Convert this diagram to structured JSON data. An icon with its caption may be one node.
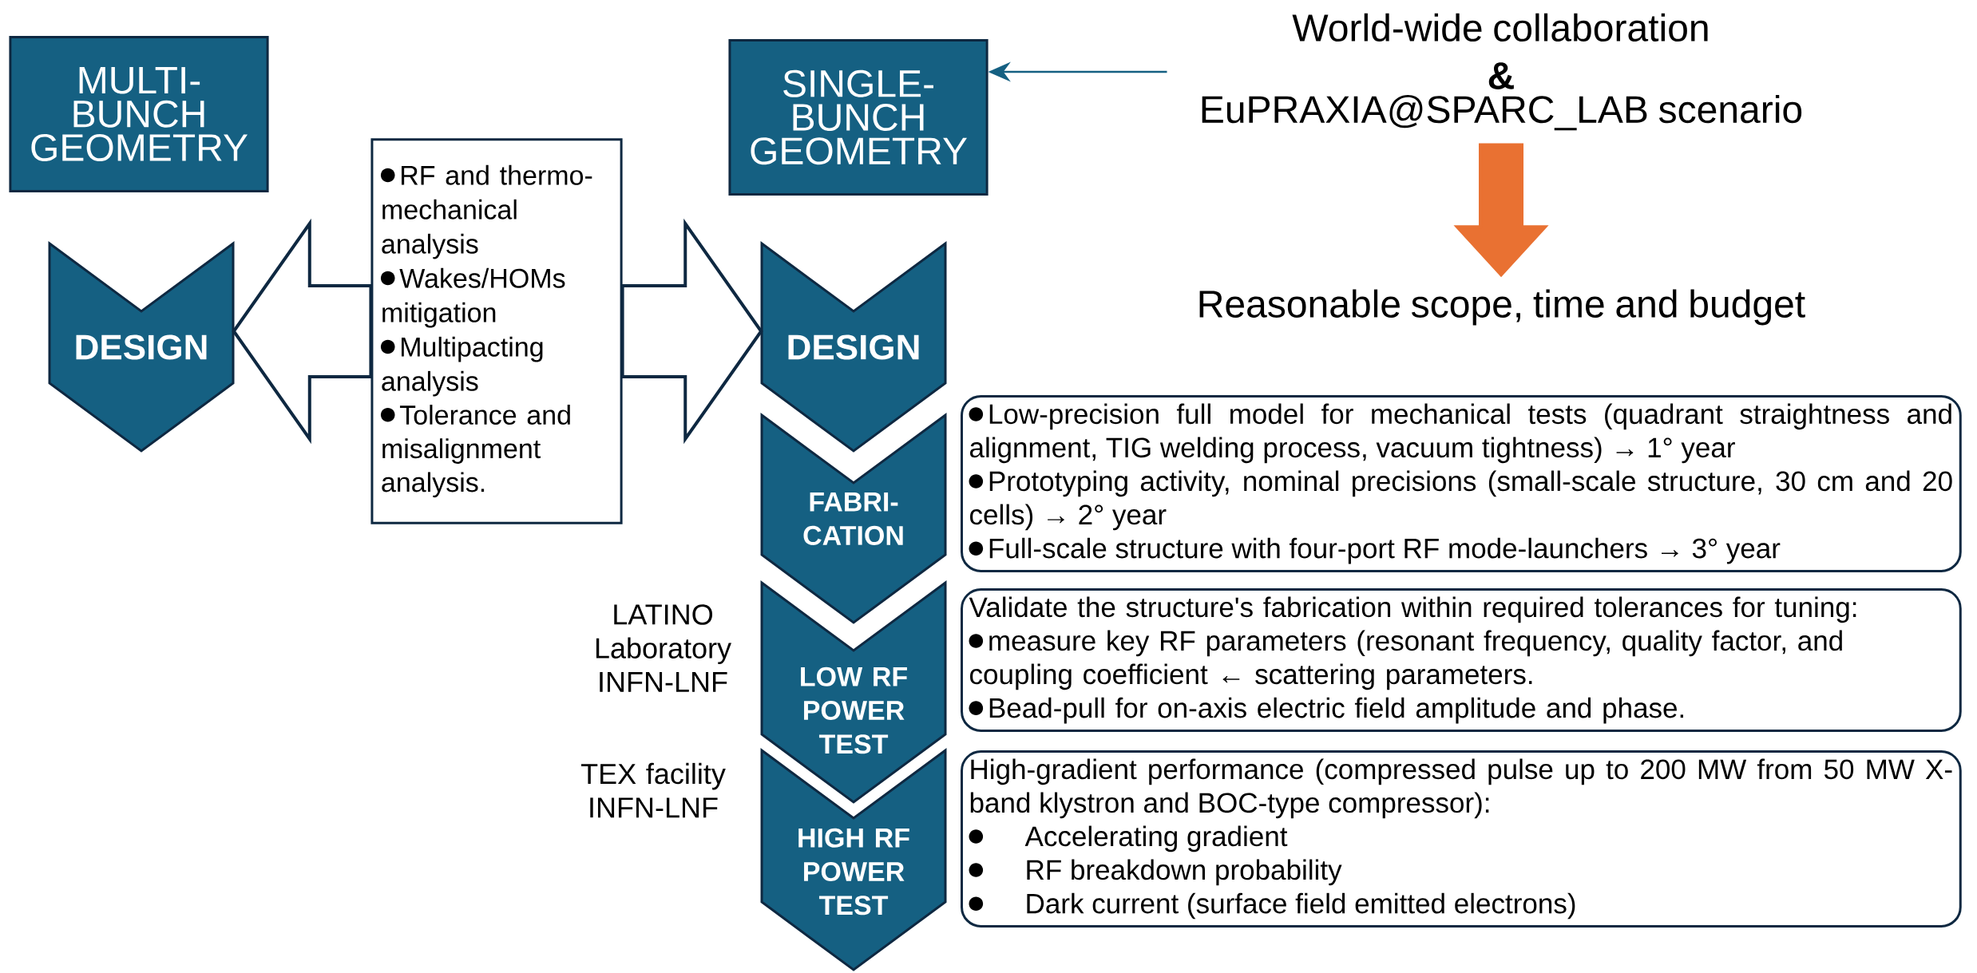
{
  "diagram": {
    "nodes": [
      {
        "text": [
          "MULTI-BUNCH GEOMETRY"
        ]
      },
      {
        "text": [
          "DESIGN"
        ]
      },
      {
        "text": [
          "RF and thermo-mechanical analysis",
          "Wakes/HOMs mitigation",
          "Multipacting analysis",
          "Tolerance and misalignment analysis."
        ]
      },
      {
        "text": [
          "SINGLE-BUNCH GEOMETRY"
        ]
      },
      {
        "text": [
          "DESIGN"
        ]
      },
      {
        "text": [
          "FABRI-CATION"
        ]
      },
      {
        "text": [
          "LOW RF POWER TEST"
        ],
        "beside": [
          "LATINO Laboratory INFN-LNF"
        ]
      },
      {
        "text": [
          "HIGH RF POWER TEST"
        ],
        "beside": [
          "TEX facility INFN-LNF"
        ]
      },
      {
        "text": [
          "Low-precision full model for mechanical tests (quadrant straightness and alignment, TIG welding process, vacuum tightness) → 1° year",
          "Prototyping activity, nominal precisions (small-scale structure, 30 cm and 20 cells) → 2° year",
          "Full-scale structure with four-port RF mode-launchers → 3° year"
        ]
      },
      {
        "text": [
          "Validate the structure's fabrication within required tolerances for tuning:",
          "measure key RF parameters (resonant frequency, quality factor, and coupling coefficient ← scattering parameters.",
          "Bead-pull for on-axis electric field amplitude and phase."
        ]
      },
      {
        "text": [
          "High-gradient performance (compressed pulse up to 200 MW from 50 MW X-band klystron and BOC-type compressor):",
          "Accelerating gradient",
          "RF breakdown probability",
          "Dark current (surface field emitted electrons)"
        ]
      },
      {
        "text": [
          "World-wide collaboration",
          "&",
          "EuPRAXIA@SPARC_LAB scenario"
        ]
      },
      {
        "text": [
          "Reasonable scope, time and budget"
        ]
      }
    ],
    "edges": [
      {
        "from": 2,
        "to": 1,
        "arrow": "to",
        "style": "thick"
      },
      {
        "from": 2,
        "to": 4,
        "arrow": "to",
        "style": "thick"
      },
      {
        "from": 11,
        "to": 3,
        "arrow": "to",
        "color": "#156082"
      },
      {
        "from": 11,
        "to": 12,
        "arrow": "to",
        "style": "thick",
        "color": "#e97132"
      }
    ]
  }
}
